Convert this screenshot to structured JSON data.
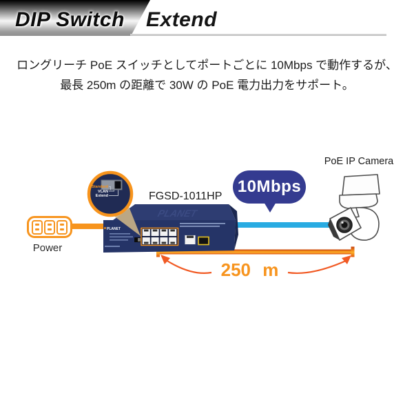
{
  "header": {
    "tag": "DIP Switch",
    "mode": "Extend"
  },
  "description": {
    "line1": "ロングリーチ PoE スイッチとしてポートごとに 10Mbps で動作するが、",
    "line2": "最長 250m の距離で 30W の PoE 電力出力をサポート。"
  },
  "diagram": {
    "power_label": "Power",
    "switch_model": "FGSD-1011HP",
    "switch_brand": "PLANET",
    "speed_badge": "10Mbps",
    "camera_label": "PoE IP Camera",
    "distance_label": "250 m",
    "dip_labels": {
      "standard": "Standard",
      "vlan": "VLAN",
      "extend": "Extend"
    },
    "colors": {
      "accent_orange": "#f7941d",
      "distance_orange": "#f15a24",
      "link_blue": "#29abe2",
      "badge_navy": "#343b90",
      "device_navy": "#253467",
      "magnifier_navy": "#202b54"
    }
  }
}
